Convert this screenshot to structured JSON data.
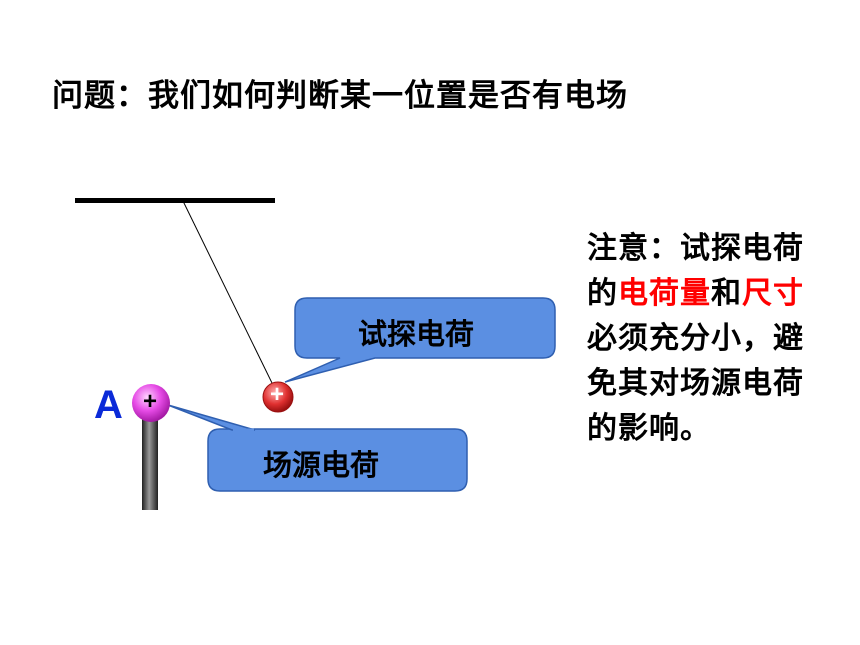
{
  "title": "问题：我们如何判断某一位置是否有电场",
  "test_charge_callout": "试探电荷",
  "source_charge_callout": "场源电荷",
  "point_label": "A",
  "plus_sign": "+",
  "note": {
    "part1": "注意：试探电荷的",
    "highlight1": "电荷量",
    "part2": "和",
    "highlight2": "尺寸",
    "part3": "必须充分小，避免其对场源电荷的影响。"
  },
  "colors": {
    "callout_fill": "#5b8fe2",
    "highlight": "#ff0000",
    "label_a": "#0b2ad8"
  }
}
